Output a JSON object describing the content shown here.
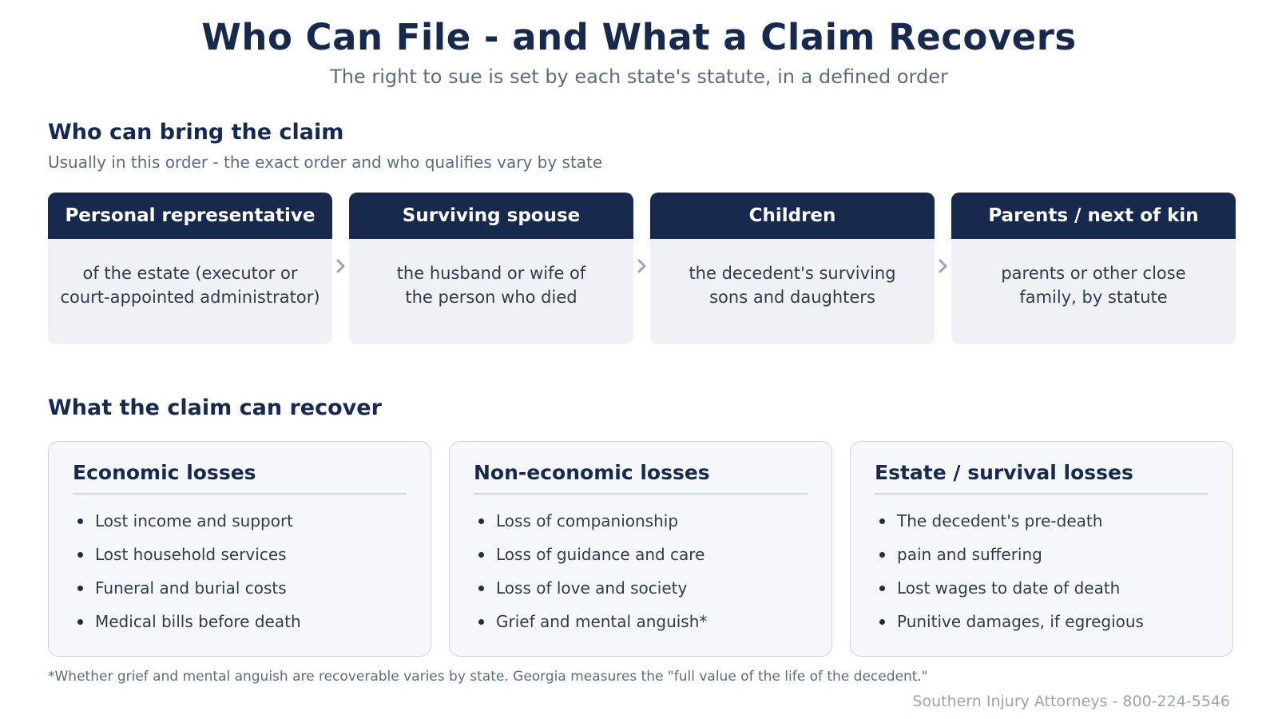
{
  "header": {
    "title": "Who Can File - and What a Claim Recovers",
    "subtitle": "The right to sue is set by each state's statute, in a defined order"
  },
  "who": {
    "heading": "Who can bring the claim",
    "subheading": "Usually in this order - the exact order and who qualifies vary by state",
    "steps": [
      {
        "title": "Personal representative",
        "line1": "of the estate (executor or",
        "line2": "court-appointed administrator)"
      },
      {
        "title": "Surviving spouse",
        "line1": "the husband or wife of",
        "line2": "the person who died"
      },
      {
        "title": "Children",
        "line1": "the decedent's surviving",
        "line2": "sons and daughters"
      },
      {
        "title": "Parents / next of kin",
        "line1": "parents or other close",
        "line2": "family, by statute"
      }
    ]
  },
  "recover": {
    "heading": "What the claim can recover",
    "boxes": [
      {
        "title": "Economic losses",
        "items": [
          "Lost income and support",
          "Lost household services",
          "Funeral and burial costs",
          "Medical bills before death"
        ]
      },
      {
        "title": "Non-economic losses",
        "items": [
          "Loss of companionship",
          "Loss of guidance and care",
          "Loss of love and society",
          "Grief and mental anguish*"
        ]
      },
      {
        "title": "Estate / survival losses",
        "items": [
          "The decedent's pre-death",
          "pain and suffering",
          "Lost wages to date of death",
          "Punitive damages, if egregious"
        ]
      }
    ]
  },
  "footnote": "*Whether grief and mental anguish are recoverable varies by state. Georgia measures the \"full value of the life of the decedent.\"",
  "brand": "Southern Injury Attorneys - 800-224-5546",
  "colors": {
    "navy": "#172a4d",
    "card": "#f0f1f5",
    "muted": "#5f6b7d"
  },
  "icons": {
    "flow_arrow": "chevron-right-icon",
    "bullet": "bullet-dot-icon"
  }
}
